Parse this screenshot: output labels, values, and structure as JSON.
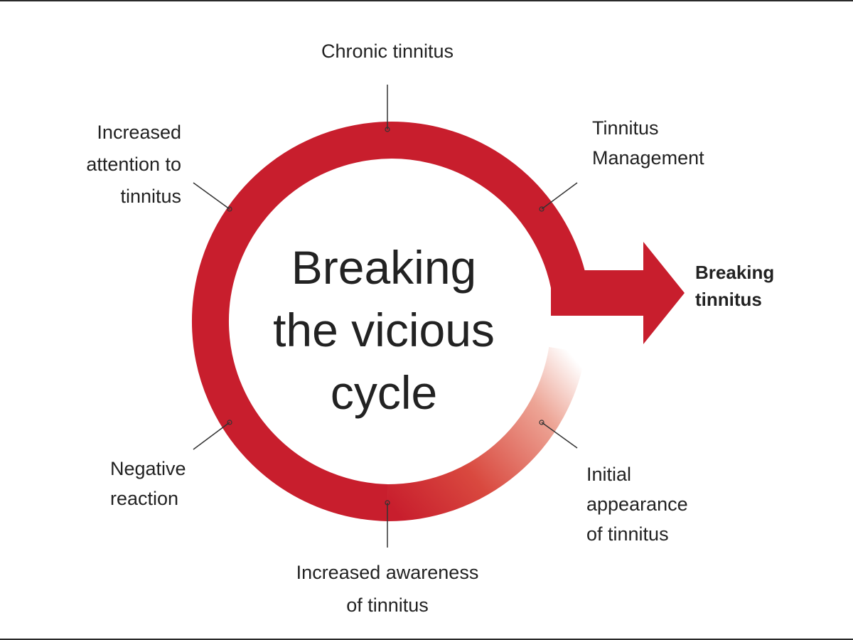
{
  "center_title": "Breaking\nthe vicious\ncycle",
  "exit_label": "Breaking\ntinnitus",
  "stages": {
    "chronic": "Chronic tinnitus",
    "management": "Tinnitus\nManagement",
    "attention": "Increased\nattention to\ntinnitus",
    "negative": "Negative\nreaction",
    "awareness": "Increased awareness\nof tinnitus",
    "initial": "Initial\nappearance\nof tinnitus"
  },
  "colors": {
    "ring": "#c81e2d",
    "ring_fade": "#f4c9c0",
    "leader": "#333333",
    "text": "#222222"
  }
}
